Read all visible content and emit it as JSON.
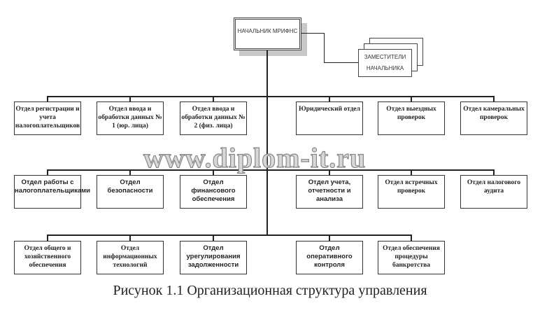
{
  "head": "НАЧАЛЬНИК МРИФНС",
  "deputies": "ЗАМЕСТИТЕЛИ НАЧАЛЬНИКА",
  "row1": [
    "Отдел регистрации и учета налогоплательщиков",
    "Отдел ввода и обработки данных № 1 (юр. лица)",
    "Отдел ввода и обработки данных № 2 (физ. лица)",
    "Юридический отдел",
    "Отдел выездных проверок",
    "Отдел камеральных проверок"
  ],
  "row2": [
    "Отдел работы с налогоплательщиками",
    "Отдел безопасности",
    "Отдел финансового обеспечения",
    "Отдел учета, отчетности и анализа",
    "Отдел встречных проверок",
    "Отдел налогового аудита"
  ],
  "row3": [
    "Отдел общего и хозяйственного обеспечения",
    "Отдел информационных технологий",
    "Отдел урегулирования задолженности",
    "Отдел оперативного контроля",
    "Отдел обеспечения процедуры банкротства"
  ],
  "watermark": "www.diplom-it.ru",
  "caption": "Рисунок 1.1 Организационная структура управления"
}
